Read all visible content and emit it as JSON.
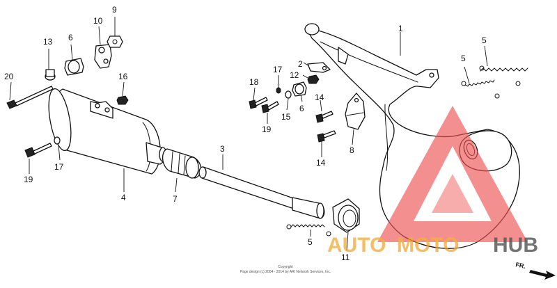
{
  "callouts": {
    "c1": "1",
    "c2": "2",
    "c3": "3",
    "c4": "4",
    "c5a": "5",
    "c5b": "5",
    "c5c": "5",
    "c6a": "6",
    "c6b": "6",
    "c7": "7",
    "c8": "8",
    "c9": "9",
    "c10": "10",
    "c11": "11",
    "c12": "12",
    "c13": "13",
    "c14a": "14",
    "c14b": "14",
    "c15": "15",
    "c16": "16",
    "c17a": "17",
    "c17b": "17",
    "c18": "18",
    "c19a": "19",
    "c19b": "19",
    "c20": "20"
  },
  "copyright": {
    "line1": "Copyright",
    "line2": "Page design (c) 2004 - 2014 by ARI Network Services, Inc."
  },
  "direction": {
    "label": "FR."
  },
  "watermark": {
    "text_a": "AUTO",
    "text_b": "MOTO",
    "text_c": "HUB",
    "colors": {
      "primary": "#ee5050",
      "accent": "#f0a020",
      "dark": "#333333"
    }
  }
}
